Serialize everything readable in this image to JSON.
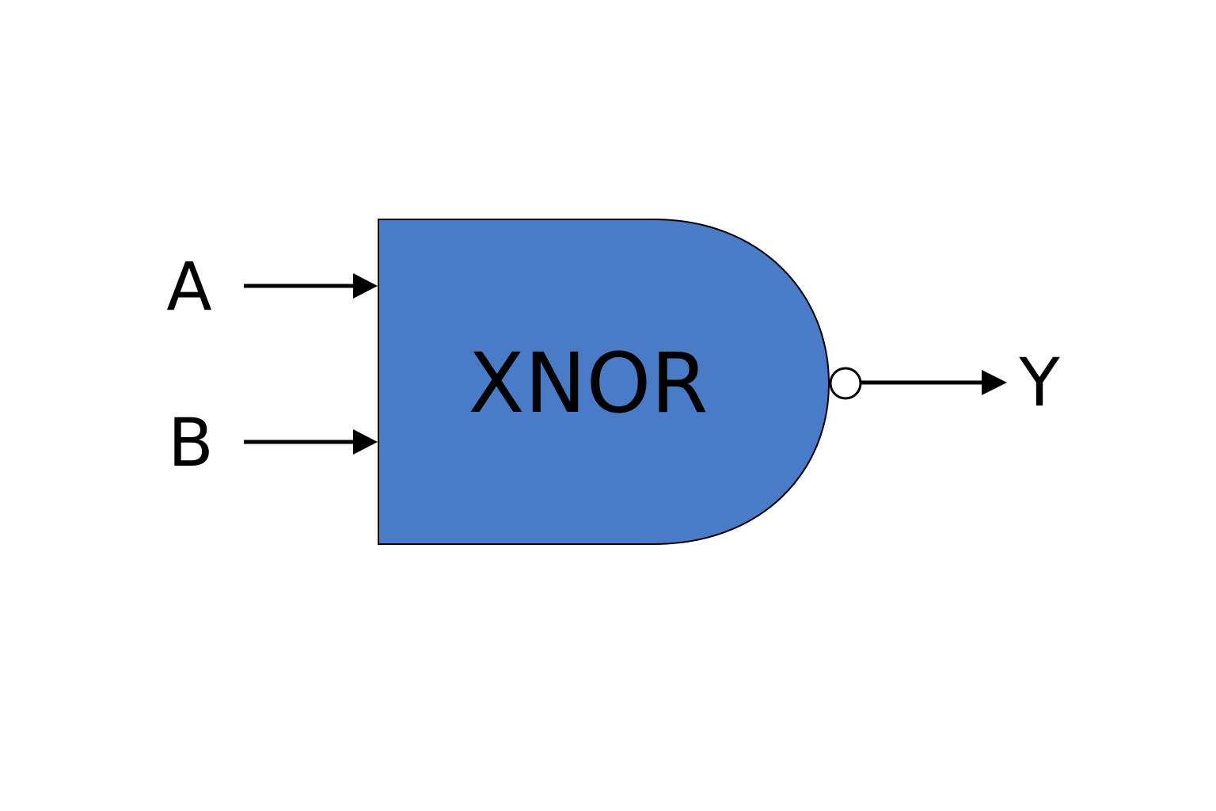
{
  "gate": {
    "label": "XNOR",
    "fill_color": "#4a7bc6",
    "outline_color": "#000000"
  },
  "inputs": [
    {
      "label": "A"
    },
    {
      "label": "B"
    }
  ],
  "output": {
    "label": "Y"
  },
  "colors": {
    "background": "#ffffff",
    "wire": "#000000",
    "text": "#000000",
    "inversion_bubble": "#ffffff"
  }
}
